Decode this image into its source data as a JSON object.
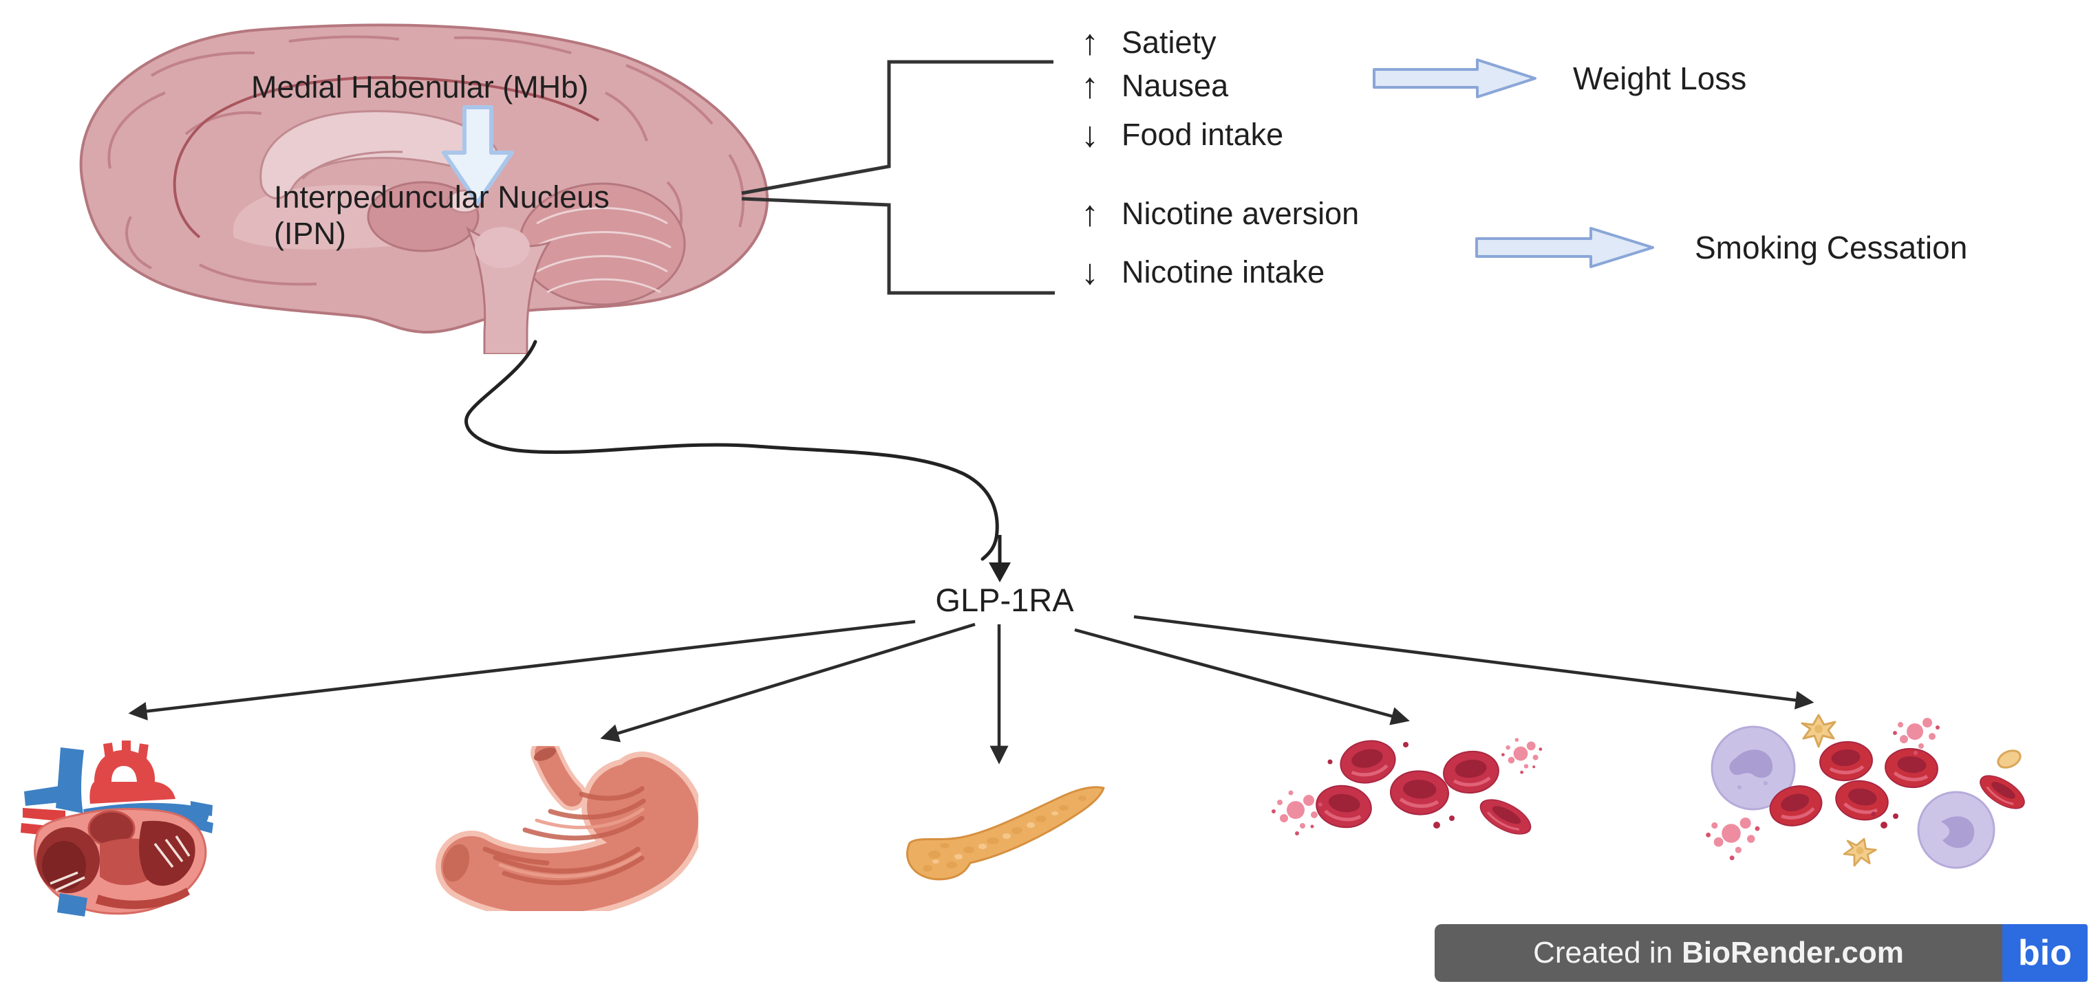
{
  "brain": {
    "label_mhb": "Medial Habenular (MHb)",
    "label_ipn": "Interpeduncular Nucleus",
    "label_ipn_abbr": "(IPN)"
  },
  "effects": [
    {
      "arrow": "↑",
      "label": "Satiety"
    },
    {
      "arrow": "↑",
      "label": "Nausea"
    },
    {
      "arrow": "↓",
      "label": "Food intake"
    },
    {
      "arrow": "↑",
      "label": "Nicotine aversion"
    },
    {
      "arrow": "↓",
      "label": "Nicotine intake"
    }
  ],
  "outcomes": [
    {
      "label": "Weight Loss"
    },
    {
      "label": "Smoking Cessation"
    }
  ],
  "drug_label": "GLP-1RA",
  "organ_icons": [
    "brain-icon",
    "heart-icon",
    "stomach-icon",
    "pancreas-icon",
    "red-blood-cells-icon",
    "immune-blood-cells-icon"
  ],
  "badge": {
    "prefix": "Created in",
    "brand": "BioRender.com",
    "logo": "bio"
  },
  "colors": {
    "line": "#2b2b2b",
    "text": "#1f1f1f",
    "block_arrow_fill": "#dfe9f7",
    "block_arrow_stroke": "#8aa6d8",
    "mhb_arrow_fill": "#e9f1fb",
    "mhb_arrow_stroke": "#a9c6ea",
    "badge_bg": "#5f5f5f",
    "badge_logo_bg": "#2d6be0",
    "brain_pink": "#d9a8ac",
    "heart_red": "#e04848",
    "vessel_blue": "#3d80c4",
    "stomach_salmon": "#dd8170",
    "pancreas_orange": "#ecaf62",
    "rbc_red": "#c5324a",
    "platelet_pink": "#ee8da0",
    "wbc_lavender": "#c9c2e6",
    "platelet_yellow": "#f3cd8c"
  }
}
